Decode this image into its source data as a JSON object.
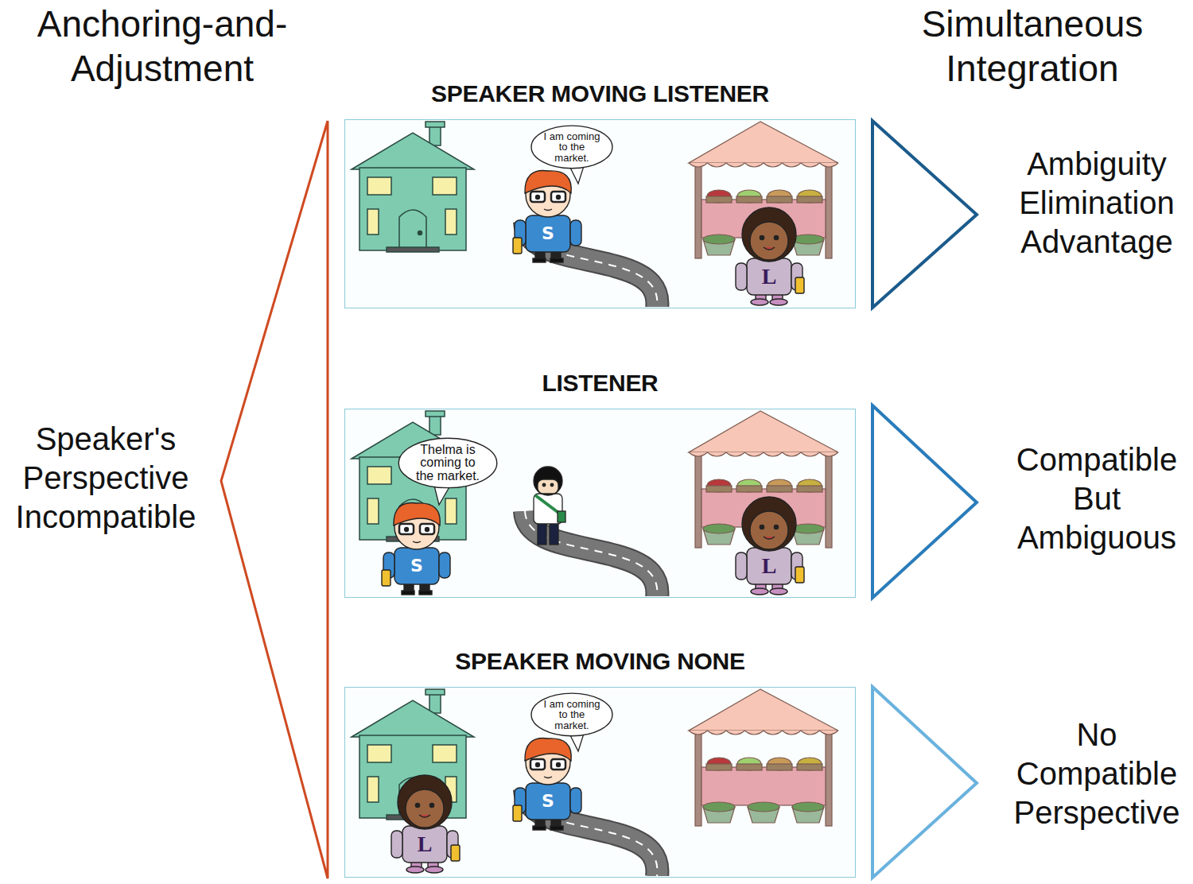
{
  "diagram": {
    "nodes": [
      {
        "text": [
          "SPEAKER MOVING LISTENER"
        ]
      },
      {
        "text": [
          "I am coming to the market."
        ],
        "in": 0
      },
      {
        "text": [
          "LISTENER"
        ]
      },
      {
        "text": [
          "Thelma is coming to the market."
        ],
        "in": 2
      },
      {
        "text": [
          "SPEAKER MOVING NONE"
        ]
      },
      {
        "text": [
          "I am coming to the market."
        ],
        "in": 4
      }
    ],
    "labels": [
      "Anchoring-and-Adjustment",
      "Simultaneous Integration",
      "Speaker's Perspective Incompatible",
      "Ambiguity Elimination Advantage",
      "Compatible But Ambiguous",
      "No Compatible Perspective",
      "S",
      "L",
      "S",
      "L",
      "L",
      "S"
    ]
  }
}
